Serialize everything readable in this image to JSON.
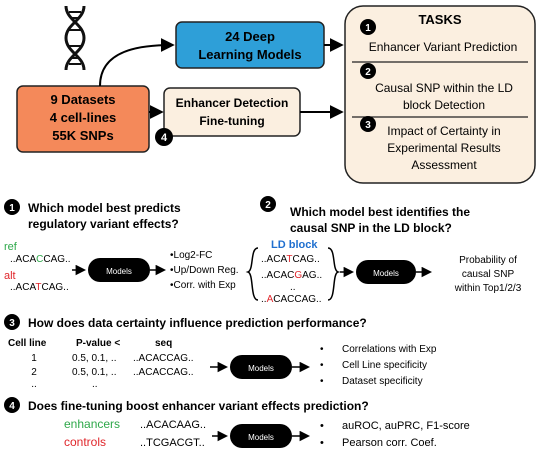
{
  "top": {
    "datasets": [
      "9 Datasets",
      "4 cell-lines",
      "55K SNPs"
    ],
    "models_box": [
      "24 Deep",
      "Learning Models"
    ],
    "finetune_box": [
      "Enhancer Detection",
      "Fine-tuning"
    ],
    "finetune_num": "4",
    "tasks_title": "TASKS",
    "tasks": [
      {
        "num": "1",
        "lines": [
          "Enhancer Variant Prediction"
        ]
      },
      {
        "num": "2",
        "lines": [
          "Causal SNP within the LD",
          "block Detection"
        ]
      },
      {
        "num": "3",
        "lines": [
          "Impact of Certainty in",
          "Experimental Results",
          "Assessment"
        ]
      }
    ]
  },
  "q1": {
    "num": "1",
    "question": [
      "Which model best predicts",
      "regulatory variant effects?"
    ],
    "ref_label": "ref",
    "alt_label": "alt",
    "ref_seq": {
      "pre": "..ACA",
      "var": "C",
      "post": "CAG.."
    },
    "alt_seq": {
      "pre": "..ACA",
      "var": "T",
      "post": "CAG.."
    },
    "model": "Models",
    "outputs": [
      "•Log2-FC",
      "•Up/Down Reg.",
      "•Corr. with Exp"
    ]
  },
  "q2": {
    "num": "2",
    "question": [
      "Which model best identifies the",
      "causal SNP in the LD block?"
    ],
    "ld_label": "LD block",
    "seqs": [
      {
        "pre": "..ACA",
        "var": "T",
        "post": "CAG.."
      },
      {
        "pre": "..ACAC",
        "var": "G",
        "post": "AG.."
      },
      {
        "pre": "..",
        "var": "",
        "post": ""
      },
      {
        "pre": "..",
        "var": "A",
        "post": "CACCAG.."
      }
    ],
    "model": "Models",
    "output": [
      "Probability of",
      "causal SNP",
      "within Top1/2/3"
    ]
  },
  "q3": {
    "num": "3",
    "question": "How does data certainty influence prediction performance?",
    "headers": [
      "Cell line",
      "P-value <",
      "seq"
    ],
    "rows": [
      [
        "1",
        "0.5, 0.1, ..",
        "..ACACCAG.."
      ],
      [
        "2",
        "0.5, 0.1, ..",
        "..ACACCAG.."
      ],
      [
        "..",
        "..",
        ""
      ]
    ],
    "model": "Models",
    "outputs": [
      "Correlations with Exp",
      "Cell Line specificity",
      "Dataset specificity"
    ]
  },
  "q4": {
    "num": "4",
    "question": "Does fine-tuning boost enhancer variant effects prediction?",
    "enhancers_label": "enhancers",
    "controls_label": "controls",
    "enh_seq": "..ACACAAG..",
    "ctrl_seq": "..TCGACGT..",
    "model": "Models",
    "outputs": [
      "auROC, auPRC, F1-score",
      "Pearson corr. Coef."
    ]
  },
  "colors": {
    "orange": "#f4895a",
    "blue": "#2e9fd8",
    "cream": "#fbefe0",
    "green": "#2ea84a",
    "red": "#e0262b",
    "ld_blue": "#1f6fcf"
  }
}
